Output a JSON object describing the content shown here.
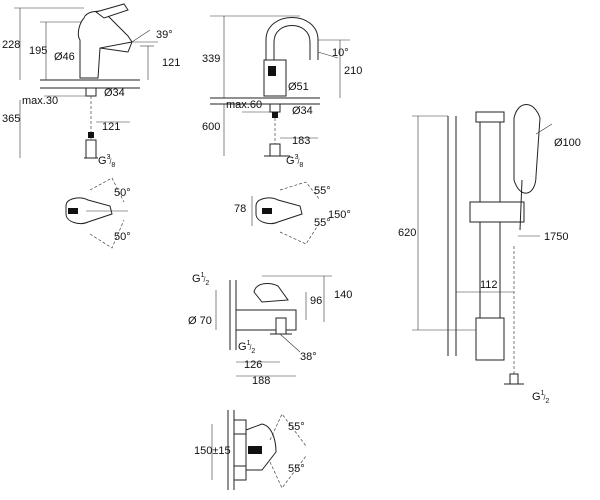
{
  "basin_mixer": {
    "dims": {
      "d228": "228",
      "d195": "195",
      "d46": "Ø46",
      "d39": "39°",
      "d121a": "121",
      "dmax30": "max.30",
      "d34": "Ø34",
      "d365": "365",
      "d121b": "121",
      "g": "G",
      "g_num": "3",
      "g_den": "8"
    },
    "top_view": {
      "a50a": "50°",
      "a50b": "50°"
    }
  },
  "sink_mixer": {
    "dims": {
      "d339": "339",
      "d10": "10°",
      "d210": "210",
      "d51": "Ø51",
      "dmax60": "max.60",
      "d34": "Ø34",
      "d600": "600",
      "d183": "183",
      "g": "G",
      "g_num": "3",
      "g_den": "8"
    },
    "top_view": {
      "d78": "78",
      "a55a": "55°",
      "a55b": "55°",
      "a150": "150°"
    }
  },
  "bath_mixer": {
    "dims": {
      "g": "G",
      "g_num": "1",
      "g_den": "2",
      "d96": "96",
      "d140": "140",
      "d70": "Ø 70",
      "g2": "G",
      "g2_num": "1",
      "g2_den": "2",
      "d126": "126",
      "d38": "38°",
      "d188": "188"
    },
    "top_view": {
      "d150": "150±15",
      "a55a": "55°",
      "a55b": "55°"
    }
  },
  "shower_rail": {
    "dims": {
      "d620": "620",
      "d100": "Ø100",
      "d1750": "1750",
      "d112": "112",
      "g": "G",
      "g_num": "1",
      "g_den": "2"
    }
  }
}
